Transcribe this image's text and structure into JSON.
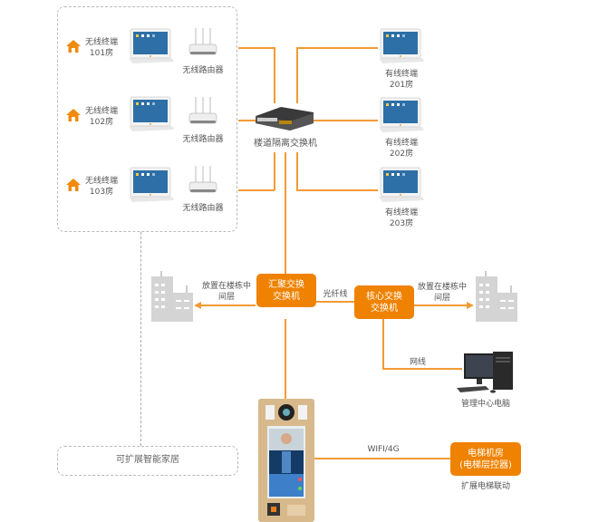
{
  "colors": {
    "accent": "#ef8200",
    "line": "#f39a33",
    "building": "#d4d4d4",
    "dashed": "#bbbbbb",
    "door_station": "#d8b98c"
  },
  "wireless_group": {
    "rooms": [
      {
        "terminal_label": "无线终端",
        "room": "101房",
        "router_label": "无线路由器"
      },
      {
        "terminal_label": "无线终端",
        "room": "102房",
        "router_label": "无线路由器"
      },
      {
        "terminal_label": "无线终端",
        "room": "103房",
        "router_label": "无线路由器"
      }
    ]
  },
  "floor_switch": {
    "label": "楼道隔离交换机"
  },
  "wired_terminals": [
    {
      "label": "有线终端",
      "room": "201房"
    },
    {
      "label": "有线终端",
      "room": "202房"
    },
    {
      "label": "有线终端",
      "room": "203房"
    }
  ],
  "aggregation_switch": {
    "line1": "汇聚交换",
    "line2": "交换机",
    "placement_line1": "放置在楼栋中",
    "placement_line2": "间层"
  },
  "core_switch": {
    "line1": "核心交换",
    "line2": "交换机",
    "placement_line1": "放置在楼栋中",
    "placement_line2": "间层"
  },
  "fiber_label": "光纤线",
  "network_cable_label": "网线",
  "management_pc": {
    "label": "管理中心电脑"
  },
  "smart_home": {
    "label": "可扩展智能家居"
  },
  "wifi_label": "WIFI/4G",
  "elevator": {
    "line1": "电梯机房",
    "line2": "(电梯层控器)",
    "caption": "扩展电梯联动"
  }
}
